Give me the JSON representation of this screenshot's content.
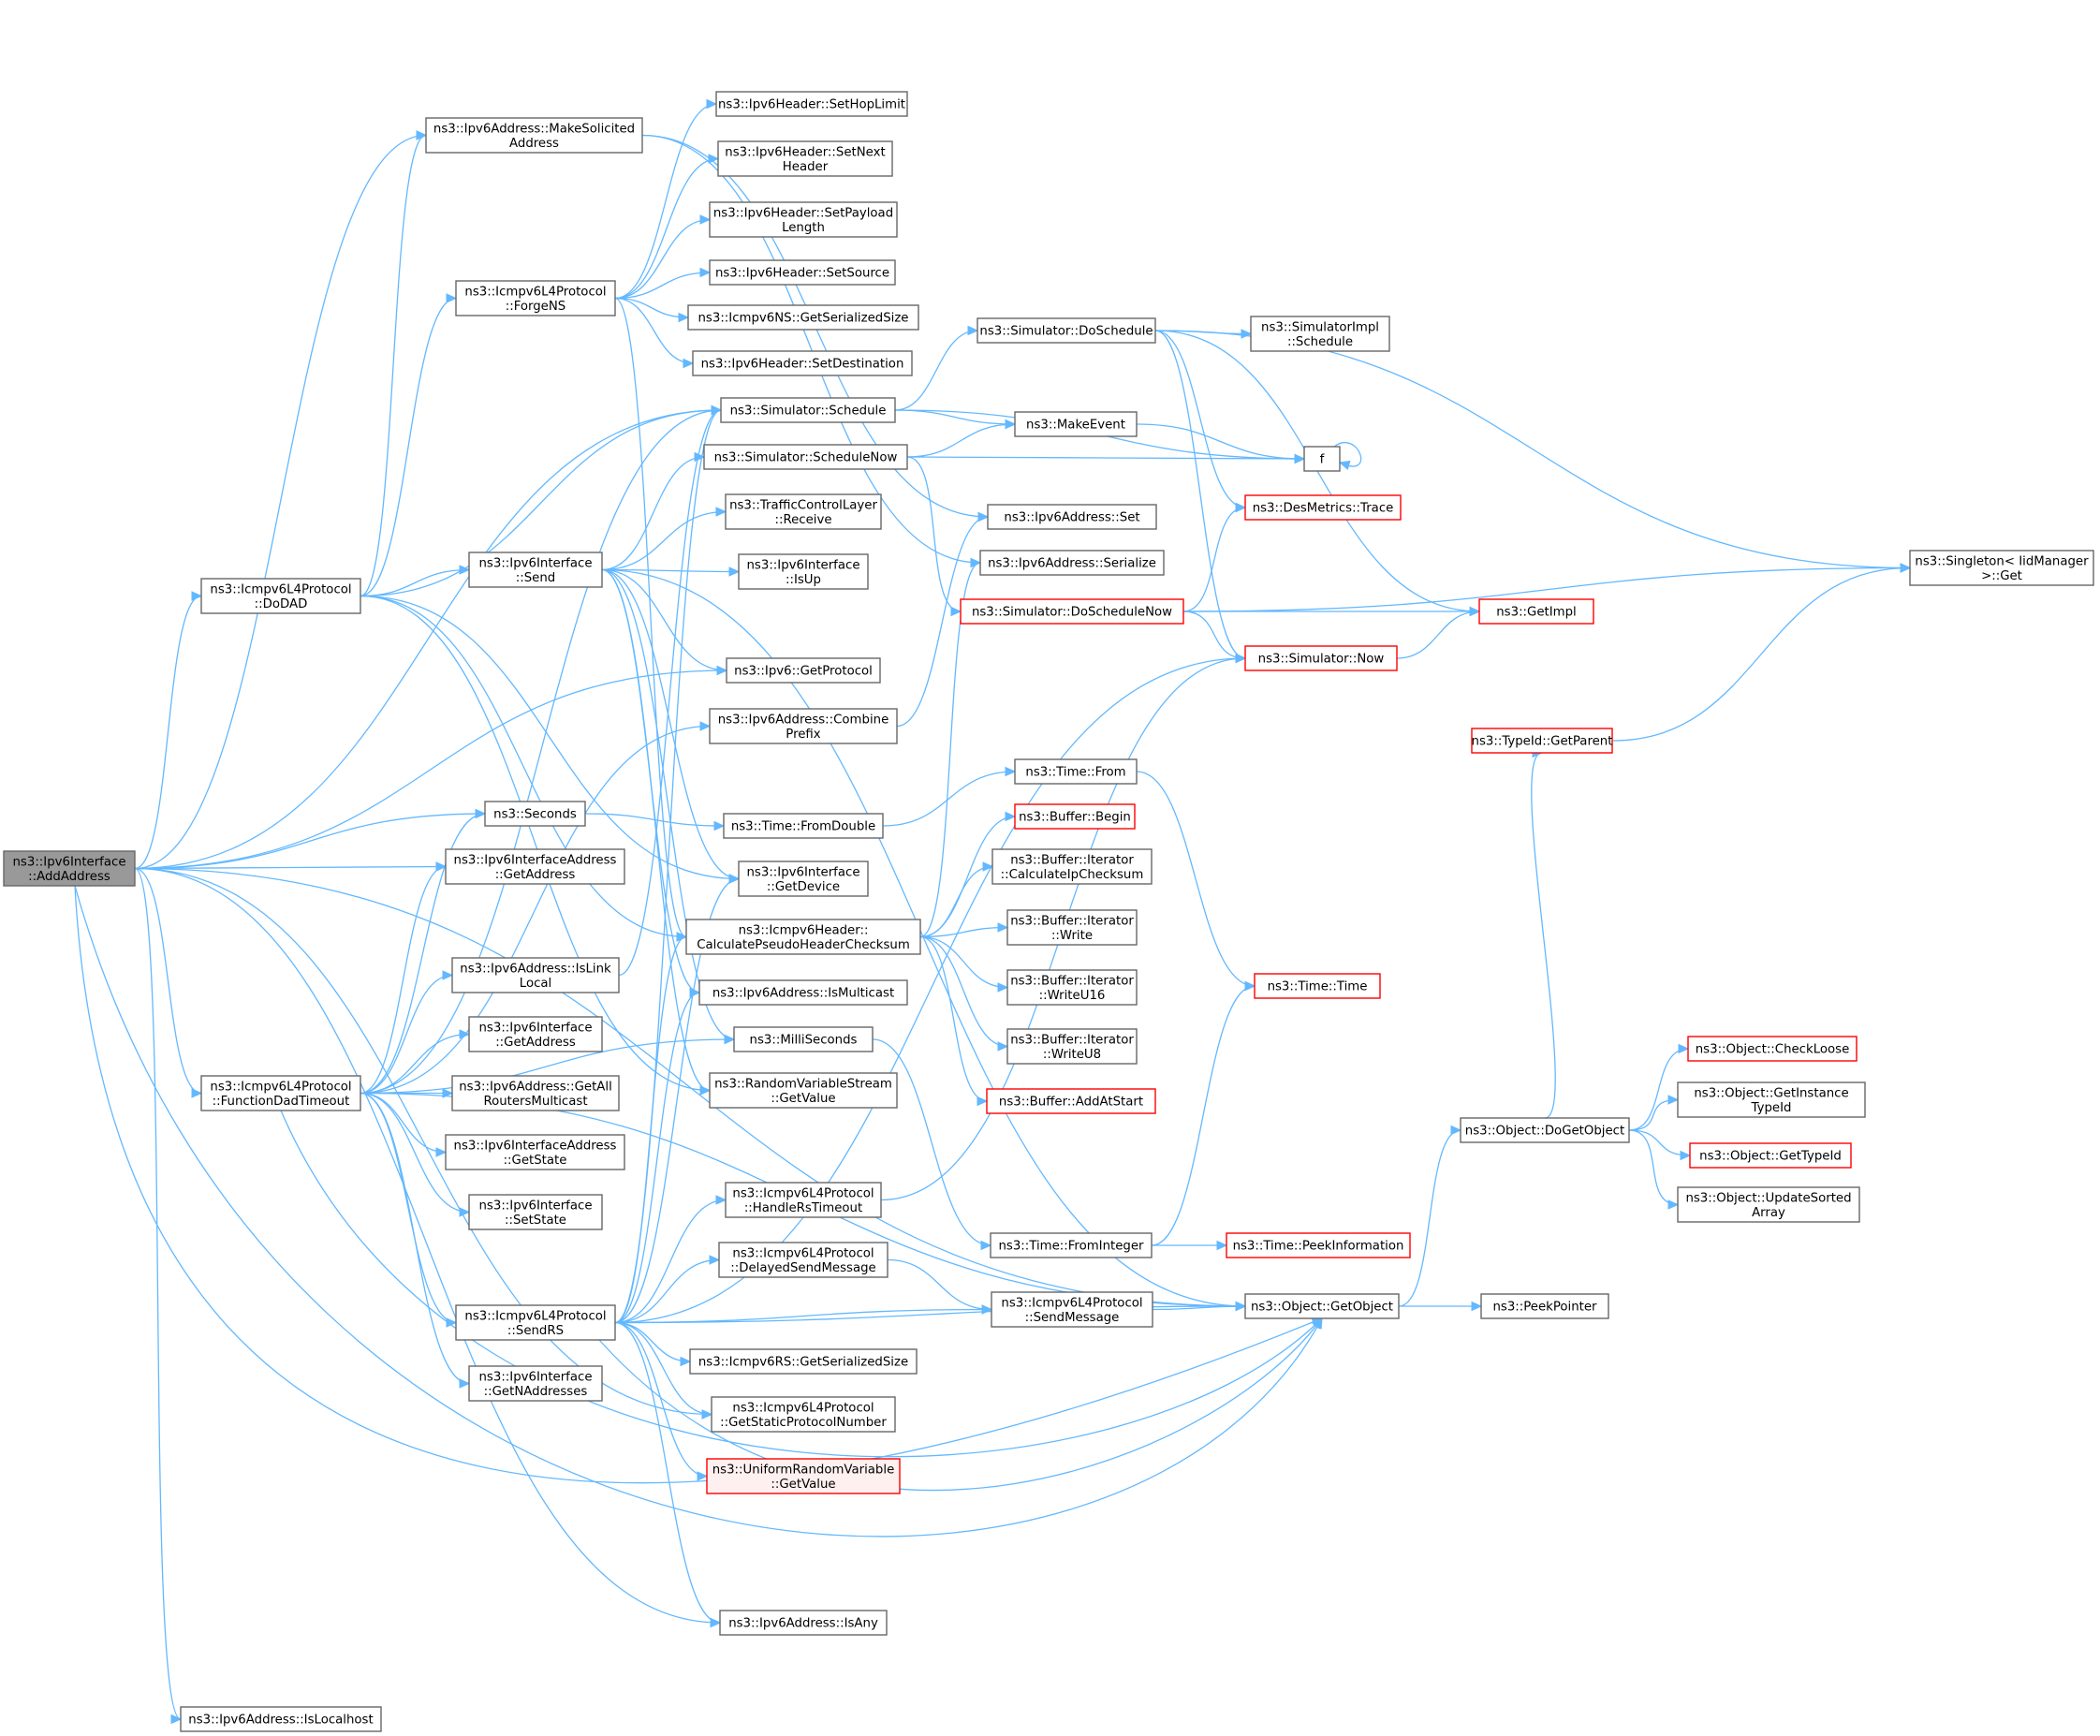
{
  "nodes": [
    {
      "id": "add",
      "lines": [
        "ns3::Ipv6Interface",
        "::AddAddress"
      ],
      "style": "root"
    },
    {
      "id": "make",
      "lines": [
        "ns3::Ipv6Address::MakeSolicited",
        "Address"
      ]
    },
    {
      "id": "dodad",
      "lines": [
        "ns3::Icmpv6L4Protocol",
        "::DoDAD"
      ]
    },
    {
      "id": "fdt",
      "lines": [
        "ns3::Icmpv6L4Protocol",
        "::FunctionDadTimeout"
      ]
    },
    {
      "id": "localhost",
      "lines": [
        "ns3::Ipv6Address::IsLocalhost"
      ]
    },
    {
      "id": "forgens",
      "lines": [
        "ns3::Icmpv6L4Protocol",
        "::ForgeNS"
      ]
    },
    {
      "id": "send",
      "lines": [
        "ns3::Ipv6Interface",
        "::Send"
      ]
    },
    {
      "id": "seconds",
      "lines": [
        "ns3::Seconds"
      ]
    },
    {
      "id": "ifaddr_get",
      "lines": [
        "ns3::Ipv6InterfaceAddress",
        "::GetAddress"
      ]
    },
    {
      "id": "islink",
      "lines": [
        "ns3::Ipv6Address::IsLink",
        "Local"
      ]
    },
    {
      "id": "if_getaddr",
      "lines": [
        "ns3::Ipv6Interface",
        "::GetAddress"
      ]
    },
    {
      "id": "allrouters",
      "lines": [
        "ns3::Ipv6Address::GetAll",
        "RoutersMulticast"
      ]
    },
    {
      "id": "ifaddr_state",
      "lines": [
        "ns3::Ipv6InterfaceAddress",
        "::GetState"
      ]
    },
    {
      "id": "setstate",
      "lines": [
        "ns3::Ipv6Interface",
        "::SetState"
      ]
    },
    {
      "id": "sendrs",
      "lines": [
        "ns3::Icmpv6L4Protocol",
        "::SendRS"
      ]
    },
    {
      "id": "getnaddr",
      "lines": [
        "ns3::Ipv6Interface",
        "::GetNAddresses"
      ]
    },
    {
      "id": "sethop",
      "lines": [
        "ns3::Ipv6Header::SetHopLimit"
      ]
    },
    {
      "id": "setnext",
      "lines": [
        "ns3::Ipv6Header::SetNext",
        "Header"
      ]
    },
    {
      "id": "setpayload",
      "lines": [
        "ns3::Ipv6Header::SetPayload",
        "Length"
      ]
    },
    {
      "id": "setsource",
      "lines": [
        "ns3::Ipv6Header::SetSource"
      ]
    },
    {
      "id": "nssize",
      "lines": [
        "ns3::Icmpv6NS::GetSerializedSize"
      ]
    },
    {
      "id": "setdest",
      "lines": [
        "ns3::Ipv6Header::SetDestination"
      ]
    },
    {
      "id": "schedule",
      "lines": [
        "ns3::Simulator::Schedule"
      ]
    },
    {
      "id": "schednow",
      "lines": [
        "ns3::Simulator::ScheduleNow"
      ]
    },
    {
      "id": "tclrecv",
      "lines": [
        "ns3::TrafficControlLayer",
        "::Receive"
      ]
    },
    {
      "id": "isup",
      "lines": [
        "ns3::Ipv6Interface",
        "::IsUp"
      ]
    },
    {
      "id": "getproto",
      "lines": [
        "ns3::Ipv6::GetProtocol"
      ]
    },
    {
      "id": "combine",
      "lines": [
        "ns3::Ipv6Address::Combine",
        "Prefix"
      ]
    },
    {
      "id": "fromdouble",
      "lines": [
        "ns3::Time::FromDouble"
      ]
    },
    {
      "id": "getdevice",
      "lines": [
        "ns3::Ipv6Interface",
        "::GetDevice"
      ]
    },
    {
      "id": "pseudo",
      "lines": [
        "ns3::Icmpv6Header::",
        "CalculatePseudoHeaderChecksum"
      ]
    },
    {
      "id": "ismcast",
      "lines": [
        "ns3::Ipv6Address::IsMulticast"
      ]
    },
    {
      "id": "millis",
      "lines": [
        "ns3::MilliSeconds"
      ]
    },
    {
      "id": "rvs",
      "lines": [
        "ns3::RandomVariableStream",
        "::GetValue"
      ]
    },
    {
      "id": "rstimeout",
      "lines": [
        "ns3::Icmpv6L4Protocol",
        "::HandleRsTimeout"
      ]
    },
    {
      "id": "delayed",
      "lines": [
        "ns3::Icmpv6L4Protocol",
        "::DelayedSendMessage"
      ]
    },
    {
      "id": "rssize",
      "lines": [
        "ns3::Icmpv6RS::GetSerializedSize"
      ]
    },
    {
      "id": "staticproto",
      "lines": [
        "ns3::Icmpv6L4Protocol",
        "::GetStaticProtocolNumber"
      ]
    },
    {
      "id": "uniform",
      "lines": [
        "ns3::UniformRandomVariable",
        "::GetValue"
      ],
      "style": "pink"
    },
    {
      "id": "isany",
      "lines": [
        "ns3::Ipv6Address::IsAny"
      ]
    },
    {
      "id": "doschedule",
      "lines": [
        "ns3::Simulator::DoSchedule"
      ]
    },
    {
      "id": "makeevent",
      "lines": [
        "ns3::MakeEvent"
      ]
    },
    {
      "id": "addrset",
      "lines": [
        "ns3::Ipv6Address::Set"
      ]
    },
    {
      "id": "serialize",
      "lines": [
        "ns3::Ipv6Address::Serialize"
      ]
    },
    {
      "id": "doschednow",
      "lines": [
        "ns3::Simulator::DoScheduleNow"
      ],
      "style": "red"
    },
    {
      "id": "timefrom",
      "lines": [
        "ns3::Time::From"
      ]
    },
    {
      "id": "bufbegin",
      "lines": [
        "ns3::Buffer::Begin"
      ],
      "style": "red"
    },
    {
      "id": "calcip",
      "lines": [
        "ns3::Buffer::Iterator",
        "::CalculateIpChecksum"
      ]
    },
    {
      "id": "write",
      "lines": [
        "ns3::Buffer::Iterator",
        "::Write"
      ]
    },
    {
      "id": "writeu16",
      "lines": [
        "ns3::Buffer::Iterator",
        "::WriteU16"
      ]
    },
    {
      "id": "writeu8",
      "lines": [
        "ns3::Buffer::Iterator",
        "::WriteU8"
      ]
    },
    {
      "id": "addatstart",
      "lines": [
        "ns3::Buffer::AddAtStart"
      ],
      "style": "red"
    },
    {
      "id": "frominteger",
      "lines": [
        "ns3::Time::FromInteger"
      ]
    },
    {
      "id": "sendmessage",
      "lines": [
        "ns3::Icmpv6L4Protocol",
        "::SendMessage"
      ]
    },
    {
      "id": "simimpl",
      "lines": [
        "ns3::SimulatorImpl",
        "::Schedule"
      ]
    },
    {
      "id": "f",
      "lines": [
        "f"
      ]
    },
    {
      "id": "desmetrics",
      "lines": [
        "ns3::DesMetrics::Trace"
      ],
      "style": "red"
    },
    {
      "id": "simnow",
      "lines": [
        "ns3::Simulator::Now"
      ],
      "style": "red"
    },
    {
      "id": "timetime",
      "lines": [
        "ns3::Time::Time"
      ],
      "style": "red"
    },
    {
      "id": "peekinfo",
      "lines": [
        "ns3::Time::PeekInformation"
      ],
      "style": "red"
    },
    {
      "id": "getobject",
      "lines": [
        "ns3::Object::GetObject"
      ]
    },
    {
      "id": "peekptr",
      "lines": [
        "ns3::PeekPointer"
      ]
    },
    {
      "id": "singleton",
      "lines": [
        "ns3::Singleton< IidManager",
        ">::Get"
      ]
    },
    {
      "id": "getimpl",
      "lines": [
        "ns3::GetImpl"
      ],
      "style": "red"
    },
    {
      "id": "getparent",
      "lines": [
        "ns3::TypeId::GetParent"
      ],
      "style": "red"
    },
    {
      "id": "dogetobject",
      "lines": [
        "ns3::Object::DoGetObject"
      ]
    },
    {
      "id": "checkloose",
      "lines": [
        "ns3::Object::CheckLoose"
      ],
      "style": "red"
    },
    {
      "id": "getinst",
      "lines": [
        "ns3::Object::GetInstance",
        "TypeId"
      ]
    },
    {
      "id": "gettypeid",
      "lines": [
        "ns3::Object::GetTypeId"
      ],
      "style": "red"
    },
    {
      "id": "updsorted",
      "lines": [
        "ns3::Object::UpdateSorted",
        "Array"
      ]
    }
  ],
  "edges": [
    [
      "add",
      "make"
    ],
    [
      "add",
      "dodad"
    ],
    [
      "add",
      "schedule"
    ],
    [
      "add",
      "getproto"
    ],
    [
      "add",
      "seconds"
    ],
    [
      "add",
      "ifaddr_get"
    ],
    [
      "add",
      "fdt"
    ],
    [
      "add",
      "staticproto"
    ],
    [
      "add",
      "getobject"
    ],
    [
      "add",
      "isany"
    ],
    [
      "add",
      "localhost"
    ],
    [
      "add",
      "getobject"
    ],
    [
      "dodad",
      "make"
    ],
    [
      "dodad",
      "forgens"
    ],
    [
      "dodad",
      "schedule"
    ],
    [
      "dodad",
      "send"
    ],
    [
      "dodad",
      "getdevice"
    ],
    [
      "dodad",
      "rvs"
    ],
    [
      "dodad",
      "pseudo"
    ],
    [
      "fdt",
      "seconds"
    ],
    [
      "fdt",
      "ifaddr_get"
    ],
    [
      "fdt",
      "islink"
    ],
    [
      "fdt",
      "if_getaddr"
    ],
    [
      "fdt",
      "allrouters"
    ],
    [
      "fdt",
      "ifaddr_state"
    ],
    [
      "fdt",
      "setstate"
    ],
    [
      "fdt",
      "sendrs"
    ],
    [
      "fdt",
      "getnaddr"
    ],
    [
      "fdt",
      "combine"
    ],
    [
      "fdt",
      "millis"
    ],
    [
      "fdt",
      "getobject"
    ],
    [
      "fdt",
      "schedule"
    ],
    [
      "forgens",
      "sethop"
    ],
    [
      "forgens",
      "setnext"
    ],
    [
      "forgens",
      "setpayload"
    ],
    [
      "forgens",
      "setsource"
    ],
    [
      "forgens",
      "nssize"
    ],
    [
      "forgens",
      "setdest"
    ],
    [
      "forgens",
      "pseudo"
    ],
    [
      "make",
      "addrset"
    ],
    [
      "make",
      "serialize"
    ],
    [
      "send",
      "tclrecv"
    ],
    [
      "send",
      "isup"
    ],
    [
      "send",
      "getproto"
    ],
    [
      "send",
      "schednow"
    ],
    [
      "send",
      "getdevice"
    ],
    [
      "send",
      "ismcast"
    ],
    [
      "send",
      "millis"
    ],
    [
      "send",
      "getobject"
    ],
    [
      "send",
      "rvs"
    ],
    [
      "islink",
      "schedule"
    ],
    [
      "sendrs",
      "getdevice"
    ],
    [
      "sendrs",
      "pseudo"
    ],
    [
      "sendrs",
      "ismcast"
    ],
    [
      "sendrs",
      "rstimeout"
    ],
    [
      "sendrs",
      "delayed"
    ],
    [
      "sendrs",
      "sendmessage"
    ],
    [
      "sendrs",
      "rssize"
    ],
    [
      "sendrs",
      "staticproto"
    ],
    [
      "sendrs",
      "uniform"
    ],
    [
      "sendrs",
      "isany"
    ],
    [
      "sendrs",
      "getobject"
    ],
    [
      "sendrs",
      "simnow"
    ],
    [
      "sendrs",
      "schedule"
    ],
    [
      "seconds",
      "fromdouble"
    ],
    [
      "fromdouble",
      "timefrom"
    ],
    [
      "timefrom",
      "timetime"
    ],
    [
      "millis",
      "frominteger"
    ],
    [
      "frominteger",
      "timetime"
    ],
    [
      "frominteger",
      "peekinfo"
    ],
    [
      "schedule",
      "doschedule"
    ],
    [
      "schedule",
      "makeevent"
    ],
    [
      "schedule",
      "f"
    ],
    [
      "schednow",
      "makeevent"
    ],
    [
      "schednow",
      "doschednow"
    ],
    [
      "schednow",
      "f"
    ],
    [
      "makeevent",
      "f"
    ],
    [
      "f",
      "f"
    ],
    [
      "doschedule",
      "simimpl"
    ],
    [
      "doschedule",
      "desmetrics"
    ],
    [
      "doschedule",
      "simnow"
    ],
    [
      "doschedule",
      "getimpl"
    ],
    [
      "doschedule",
      "singleton"
    ],
    [
      "doschednow",
      "desmetrics"
    ],
    [
      "doschednow",
      "simnow"
    ],
    [
      "doschednow",
      "getimpl"
    ],
    [
      "doschednow",
      "singleton"
    ],
    [
      "simnow",
      "getimpl"
    ],
    [
      "combine",
      "addrset"
    ],
    [
      "pseudo",
      "bufbegin"
    ],
    [
      "pseudo",
      "calcip"
    ],
    [
      "pseudo",
      "write"
    ],
    [
      "pseudo",
      "writeu16"
    ],
    [
      "pseudo",
      "writeu8"
    ],
    [
      "pseudo",
      "addatstart"
    ],
    [
      "pseudo",
      "serialize"
    ],
    [
      "rstimeout",
      "simnow"
    ],
    [
      "delayed",
      "sendmessage"
    ],
    [
      "sendmessage",
      "getobject"
    ],
    [
      "getobject",
      "peekptr"
    ],
    [
      "getobject",
      "dogetobject"
    ],
    [
      "dogetobject",
      "getparent"
    ],
    [
      "dogetobject",
      "checkloose"
    ],
    [
      "dogetobject",
      "getinst"
    ],
    [
      "dogetobject",
      "gettypeid"
    ],
    [
      "dogetobject",
      "updsorted"
    ],
    [
      "getparent",
      "singleton"
    ]
  ]
}
